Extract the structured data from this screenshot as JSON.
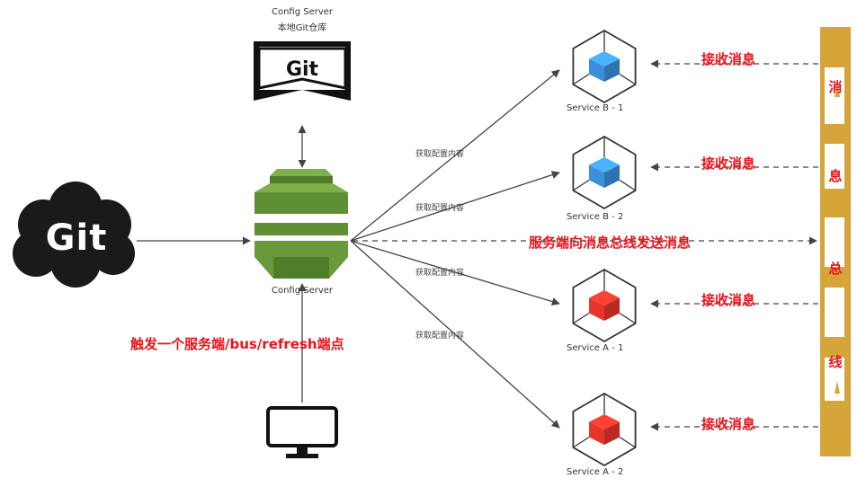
{
  "config_repo": {
    "title_line1": "Config Server",
    "title_line2": "本地Git仓库",
    "icon_text": "Git"
  },
  "git_cloud": {
    "text": "Git"
  },
  "config_server": {
    "label": "Config Server"
  },
  "trigger_label": "触发一个服务端/bus/refresh端点",
  "broadcast_label": "服务端向消息总线发送消息",
  "fetch_labels": [
    "获取配置内容",
    "获取配置内容",
    "获取配置内容",
    "获取配置内容"
  ],
  "services": [
    {
      "name": "Service B - 1",
      "color": "#3a8fd9",
      "receive": "接收消息"
    },
    {
      "name": "Service B - 2",
      "color": "#3a8fd9",
      "receive": "接收消息"
    },
    {
      "name": "Service A - 1",
      "color": "#e8352a",
      "receive": "接收消息"
    },
    {
      "name": "Service A - 2",
      "color": "#e8352a",
      "receive": "接收消息"
    }
  ],
  "bus": {
    "color": "#d6a53a",
    "chars": [
      "消",
      "息",
      "总",
      "线"
    ]
  },
  "colors": {
    "accent_red": "#e8141b",
    "server_green": "#6a9a3c"
  }
}
